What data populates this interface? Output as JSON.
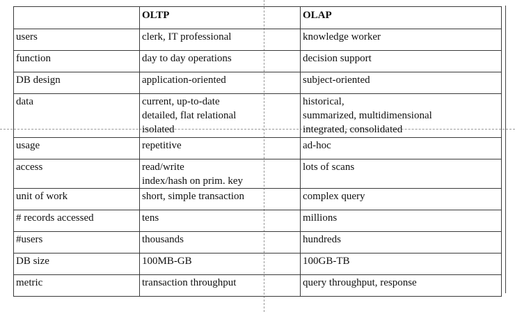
{
  "table": {
    "headers": [
      "",
      "OLTP",
      "OLAP"
    ],
    "rows": [
      {
        "label": "users",
        "oltp": [
          "clerk, IT professional"
        ],
        "olap": [
          "knowledge worker"
        ]
      },
      {
        "label": "function",
        "oltp": [
          "day to day operations"
        ],
        "olap": [
          "decision support"
        ]
      },
      {
        "label": "DB design",
        "oltp": [
          "application-oriented"
        ],
        "olap": [
          "subject-oriented"
        ]
      },
      {
        "label": "data",
        "oltp": [
          "current, up-to-date",
          "detailed, flat relational",
          "isolated"
        ],
        "olap": [
          "historical,",
          "summarized, multidimensional",
          "integrated, consolidated"
        ]
      },
      {
        "label": "usage",
        "oltp": [
          "repetitive"
        ],
        "olap": [
          "ad-hoc"
        ]
      },
      {
        "label": "access",
        "oltp": [
          "read/write",
          "index/hash on prim. key"
        ],
        "olap": [
          "lots of scans"
        ]
      },
      {
        "label": "unit of work",
        "oltp": [
          "short, simple transaction"
        ],
        "olap": [
          "complex query"
        ]
      },
      {
        "label": "# records accessed",
        "oltp": [
          "tens"
        ],
        "olap": [
          "millions"
        ]
      },
      {
        "label": "#users",
        "oltp": [
          "thousands"
        ],
        "olap": [
          "hundreds"
        ]
      },
      {
        "label": "DB size",
        "oltp": [
          "100MB-GB"
        ],
        "olap": [
          "100GB-TB"
        ]
      },
      {
        "label": "metric",
        "oltp": [
          "transaction throughput"
        ],
        "olap": [
          "query throughput, response"
        ]
      }
    ]
  }
}
